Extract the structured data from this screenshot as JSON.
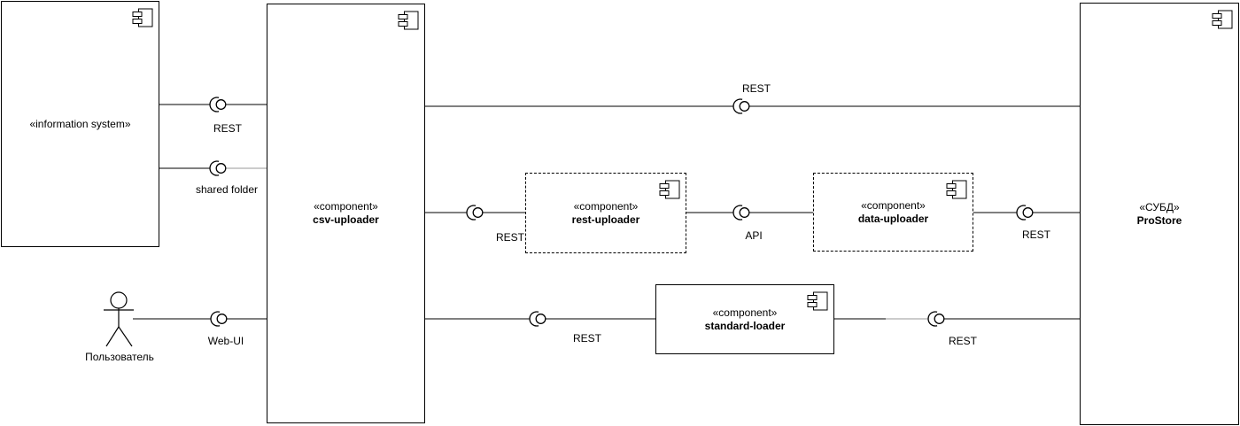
{
  "diagram": {
    "type": "uml-component-diagram",
    "colors": {
      "stroke": "#000000",
      "background": "#ffffff",
      "muted_line": "#999999"
    },
    "nodes": [
      {
        "id": "information-system",
        "stereotype": "«information system»",
        "name": "",
        "border": "solid"
      },
      {
        "id": "csv-uploader",
        "stereotype": "«component»",
        "name": "csv-uploader",
        "border": "solid"
      },
      {
        "id": "rest-uploader",
        "stereotype": "«component»",
        "name": "rest-uploader",
        "border": "dashed"
      },
      {
        "id": "data-uploader",
        "stereotype": "«component»",
        "name": "data-uploader",
        "border": "dashed"
      },
      {
        "id": "standard-loader",
        "stereotype": "«component»",
        "name": "standard-loader",
        "border": "solid"
      },
      {
        "id": "prostore",
        "stereotype": "«СУБД»",
        "name": "ProStore",
        "border": "solid"
      }
    ],
    "actor": {
      "label": "Пользователь"
    },
    "connectors": [
      {
        "id": "rest-infosys-csv",
        "label": "REST"
      },
      {
        "id": "sharedfolder-infosys-csv",
        "label": "shared folder"
      },
      {
        "id": "webui-actor-csv",
        "label": "Web-UI"
      },
      {
        "id": "rest-csv-prostore",
        "label": "REST"
      },
      {
        "id": "rest-csv-restuploader",
        "label": "REST"
      },
      {
        "id": "api-restuploader-datauploader",
        "label": "API"
      },
      {
        "id": "rest-datauploader-prostore",
        "label": "REST"
      },
      {
        "id": "rest-csv-standardloader",
        "label": "REST"
      },
      {
        "id": "rest-standardloader-prostore",
        "label": "REST"
      }
    ]
  }
}
